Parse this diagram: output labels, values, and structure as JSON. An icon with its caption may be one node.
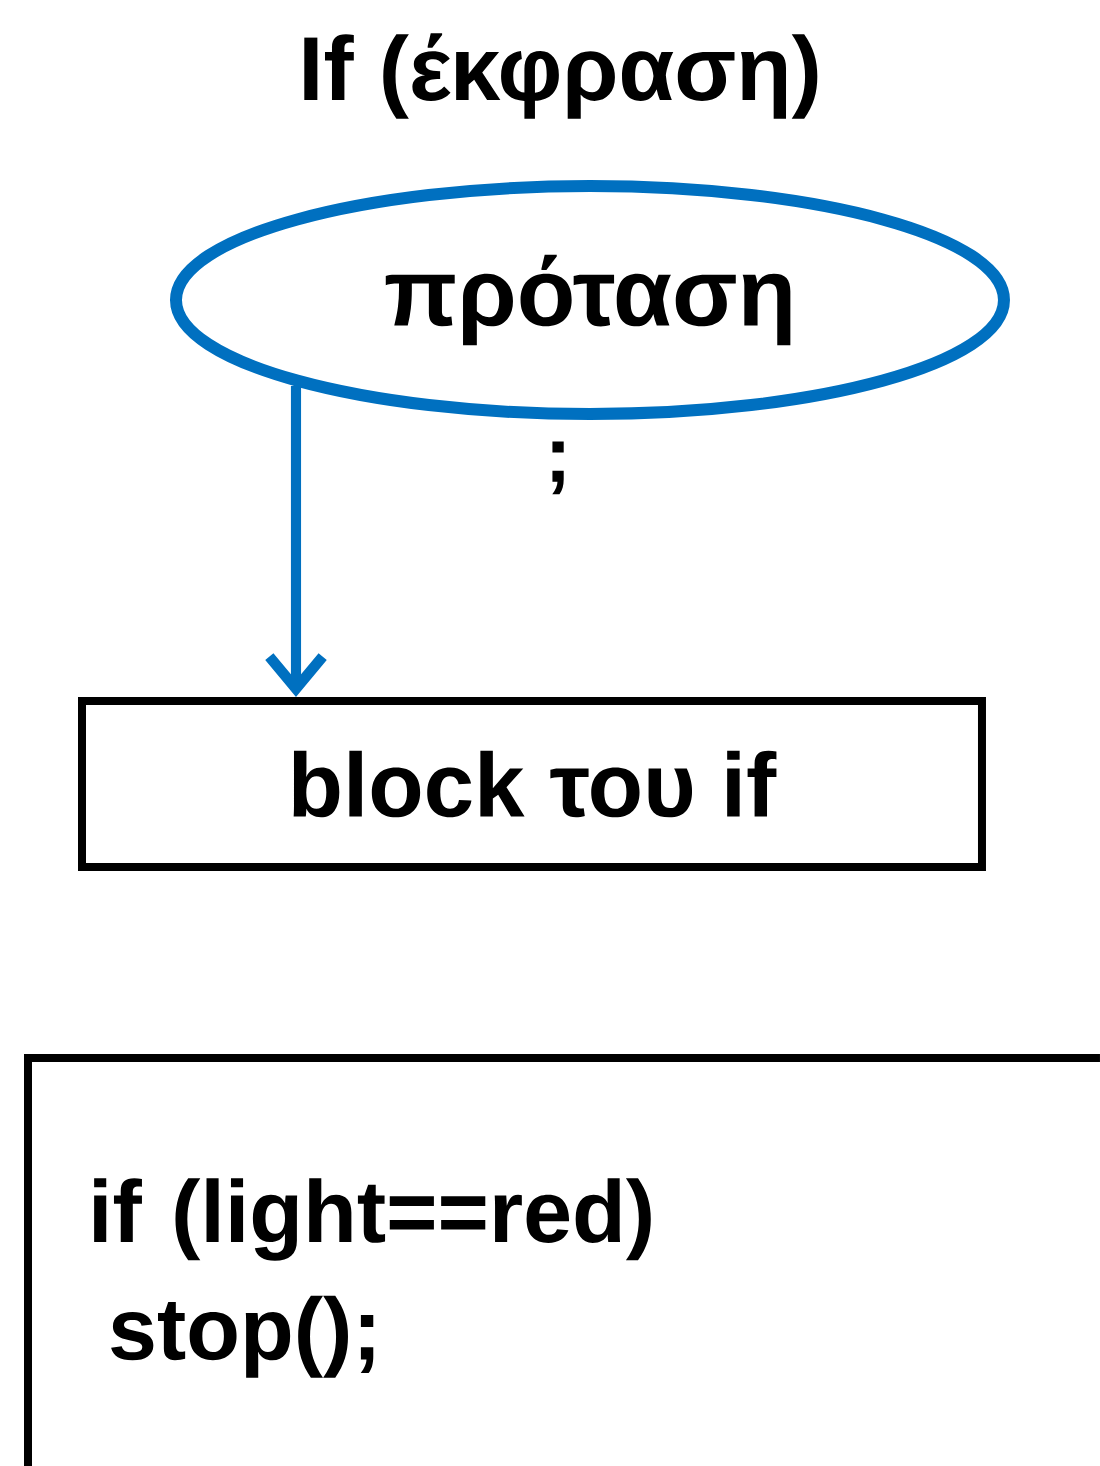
{
  "diagram": {
    "title": "If (έκφραση)",
    "nodes": [
      {
        "text": [
          "πρόταση"
        ],
        "beside": [
          ";"
        ]
      },
      {
        "text": [
          "block του if"
        ]
      },
      {
        "text": [
          "if (light==red)",
          "stop();"
        ]
      }
    ],
    "edges": [
      {
        "from": 0,
        "to": 1,
        "arrow": "to"
      }
    ]
  }
}
